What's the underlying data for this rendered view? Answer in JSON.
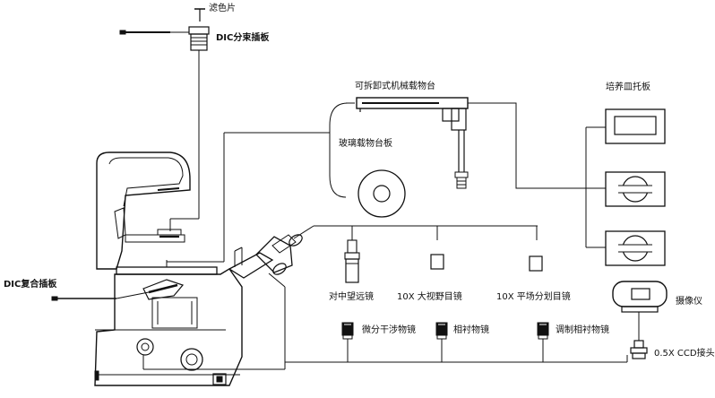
{
  "labels": {
    "filter": "滤色片",
    "dic_beam_splitter": "DIC分束插板",
    "dic_composite_slider": "DIC复合插板",
    "removable_stage": "可拆卸式机械载物台",
    "glass_stage_plate": "玻璃载物台板",
    "culture_dish_holder": "培养皿托板",
    "centering_telescope": "对中望远镜",
    "wide_field_eyepiece": "10X 大视野目镜",
    "flat_field_eyepiece": "10X 平场分划目镜",
    "camera": "摄像仪",
    "dic_objective": "微分干涉物镜",
    "phase_objective": "相衬物镜",
    "modulation_objective": "调制相衬物镜",
    "ccd_adapter": "0.5X CCD接头"
  }
}
